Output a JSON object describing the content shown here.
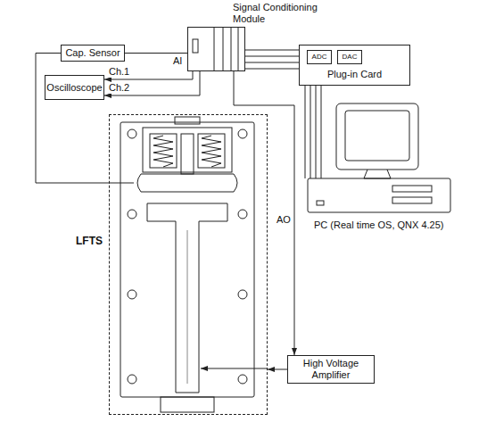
{
  "diagram": {
    "nodes": [
      {
        "text": [
          "Signal Conditioning Module"
        ]
      },
      {
        "text": [
          "Cap. Sensor"
        ]
      },
      {
        "text": [
          "Oscilloscope"
        ]
      },
      {
        "text": [
          "Plug-in Card"
        ]
      },
      {
        "text": [
          "ADC"
        ],
        "in": 3
      },
      {
        "text": [
          "DAC"
        ],
        "in": 3
      },
      {
        "text": [
          "LFTS"
        ]
      },
      {
        "text": [
          "High Voltage Amplifier"
        ]
      }
    ],
    "edges": [
      {
        "from": 1,
        "to": 0,
        "arrow": "none",
        "label": "AI"
      },
      {
        "from": 1,
        "to": 6,
        "arrow": "none"
      },
      {
        "from": 0,
        "to": 2,
        "arrow": "to",
        "label": "Ch.1"
      },
      {
        "from": 0,
        "to": 2,
        "arrow": "to",
        "label": "Ch.2"
      },
      {
        "from": 0,
        "to": 3,
        "arrow": "none"
      },
      {
        "from": 0,
        "to": 7,
        "arrow": "to",
        "label": "AO"
      },
      {
        "from": 7,
        "to": 6,
        "arrow": "to"
      }
    ],
    "labels": [
      "PC (Real time OS, QNX 4.25)"
    ]
  }
}
